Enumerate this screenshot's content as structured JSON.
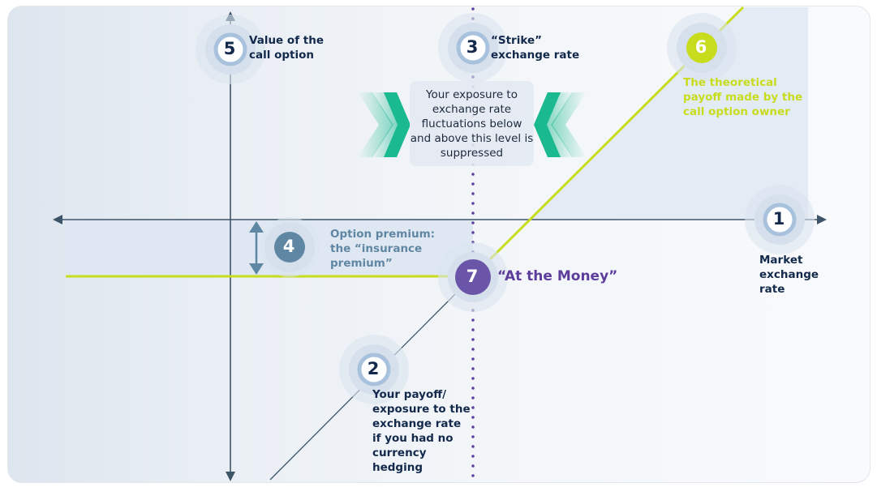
{
  "colors": {
    "axis": "#3e5468",
    "strike": "#5c3d9c",
    "payoff": "#c8dc1e",
    "chevron": "#1bb98f",
    "premium": "#5f87a3",
    "atm": "#6b55a8"
  },
  "markers": [
    {
      "number": "1",
      "label": "Market exchange rate"
    },
    {
      "number": "2",
      "label": "Your payoff/ exposure to the exchange rate if you had no currency hedging"
    },
    {
      "number": "3",
      "label": "“Strike” exchange rate"
    },
    {
      "number": "4",
      "label": "Option premium: the “insurance premium”"
    },
    {
      "number": "5",
      "label": "Value of the call option"
    },
    {
      "number": "6",
      "label": "The theoretical payoff made by the call option owner"
    },
    {
      "number": "7",
      "label": "“At the Money”"
    }
  ],
  "exposure_note": "Your exposure to exchange rate fluctuations below and above this level is suppressed"
}
